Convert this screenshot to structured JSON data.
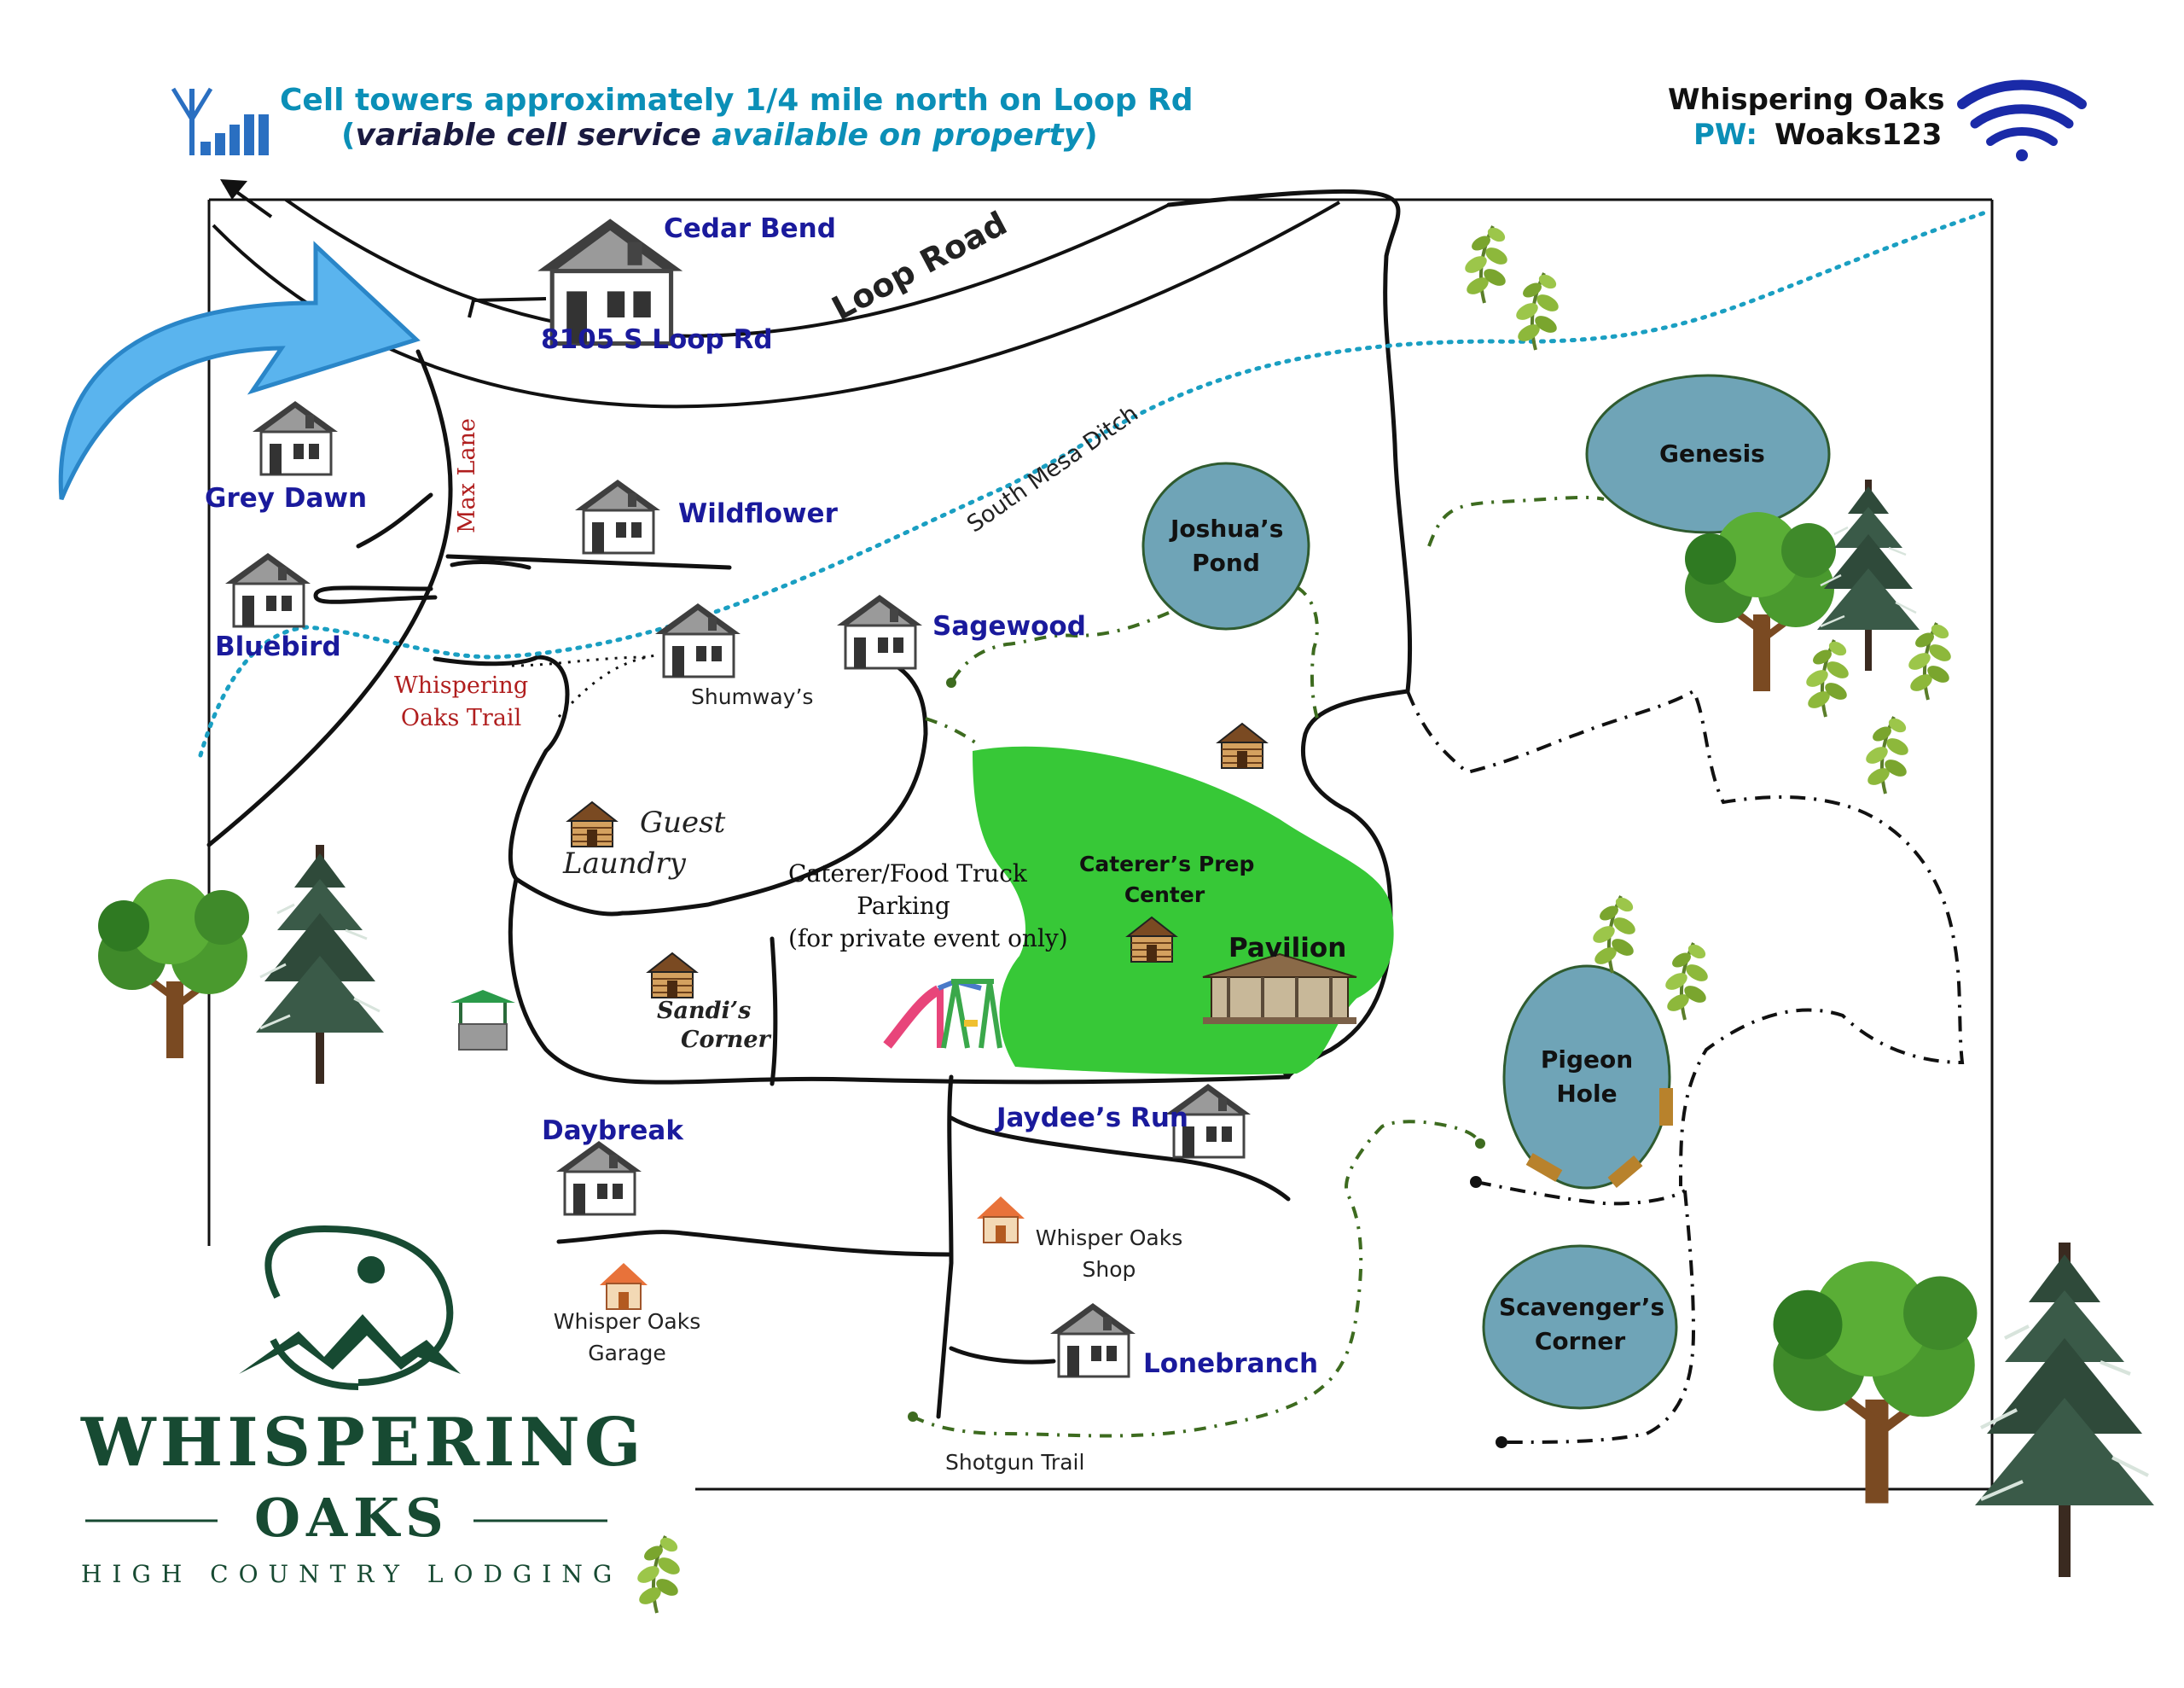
{
  "header": {
    "cell_line1": "Cell towers approximately 1/4 mile north on Loop Rd",
    "cell_line2_open": "(",
    "cell_line2_italic": "variable cell service",
    "cell_line2_rest": " available on property",
    "cell_line2_close": ")",
    "wifi_network": "Whispering Oaks",
    "wifi_pw_label": "PW:",
    "wifi_password": "Woaks123",
    "icons": [
      "cell-tower-icon",
      "wifi-icon"
    ],
    "accent_color": "#0b8fb7",
    "navy_color": "#1a1a9c"
  },
  "roads": {
    "loop_road": "Loop Road",
    "max_lane": "Max Lane",
    "whispering_oaks_trail": [
      "Whispering",
      "Oaks Trail"
    ],
    "south_mesa_ditch": "South Mesa Ditch",
    "shotgun_trail": "Shotgun Trail"
  },
  "cabins": {
    "cedar_bend": "Cedar Bend",
    "cedar_bend_address": "8105 S Loop Rd",
    "grey_dawn": "Grey Dawn",
    "wildflower": "Wildflower",
    "bluebird": "Bluebird",
    "sagewood": "Sagewood",
    "daybreak": "Daybreak",
    "jaydees_run": "Jaydee’s Run",
    "lonebranch": "Lonebranch"
  },
  "ponds": {
    "genesis": "Genesis",
    "joshuas_pond": [
      "Joshua’s",
      "Pond"
    ],
    "pigeon_hole": [
      "Pigeon",
      "Hole"
    ],
    "scavengers_corner": [
      "Scavenger’s",
      "Corner"
    ],
    "pond_color": "#6fa4b7"
  },
  "places": {
    "shumways": "Shumway’s",
    "guest_laundry": [
      "Guest",
      "Laundry"
    ],
    "caterer_parking": [
      "Caterer/Food Truck",
      "Parking",
      "(for private event only)"
    ],
    "caterers_prep_center": [
      "Caterer’s Prep",
      "Center"
    ],
    "pavilion": "Pavilion",
    "sandis_corner": [
      "Sandi’s",
      "Corner"
    ],
    "whisper_oaks_shop": [
      "Whisper Oaks",
      "Shop"
    ],
    "whisper_oaks_garage": [
      "Whisper Oaks",
      "Garage"
    ],
    "event_lawn_color": "#37c837"
  },
  "logo": {
    "name": "WHISPERING",
    "name2": "OAKS",
    "tagline": "HIGH COUNTRY LODGING",
    "color": "#174a32"
  }
}
